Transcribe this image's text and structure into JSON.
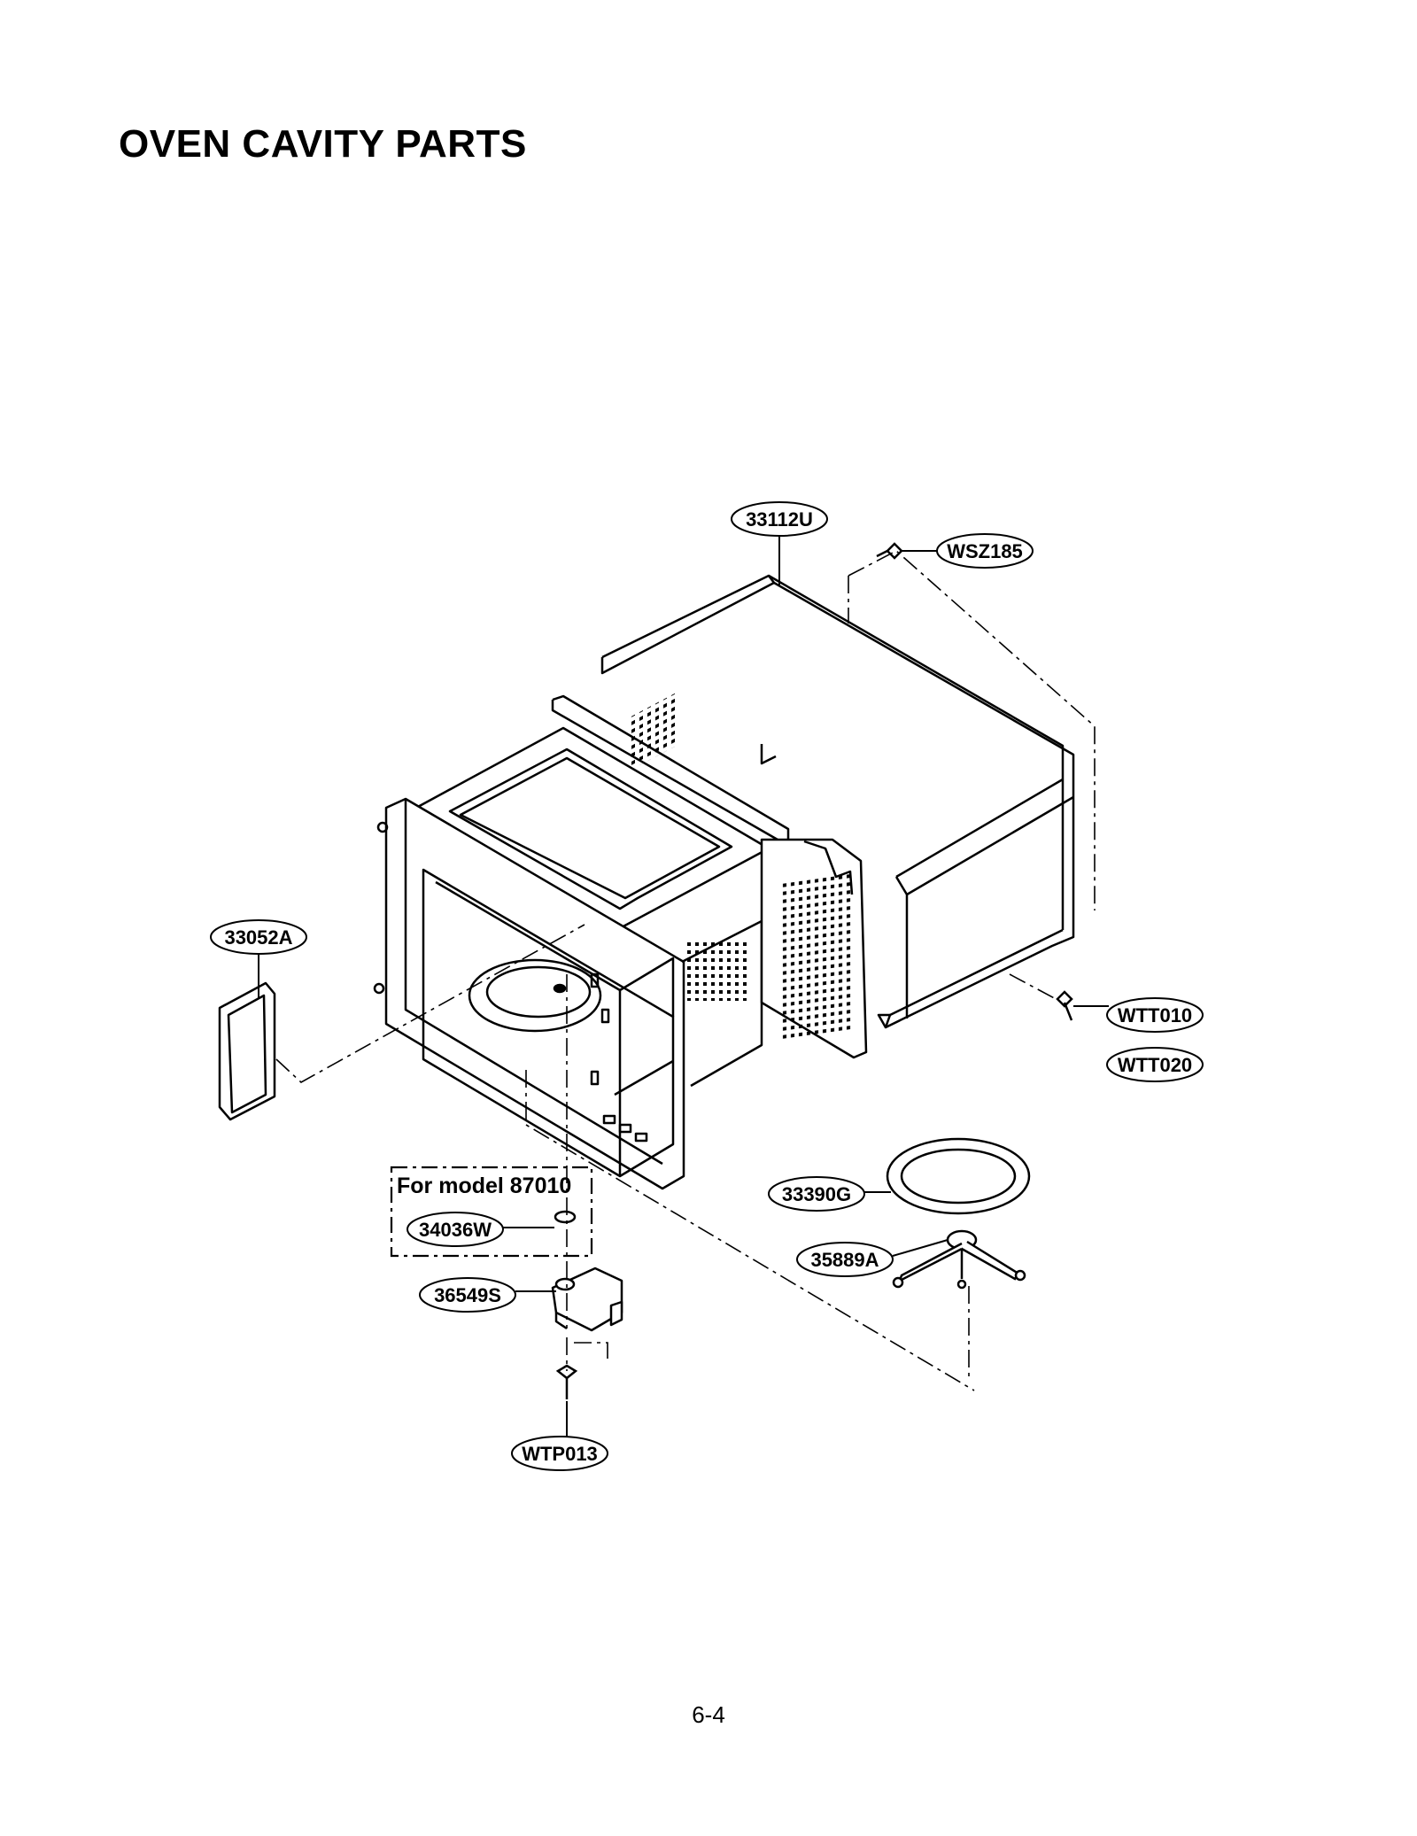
{
  "title": "OVEN CAVITY PARTS",
  "page_number": "6-4",
  "model_box": {
    "title": "For model 87010"
  },
  "parts": [
    {
      "id": "33112U"
    },
    {
      "id": "WSZ185"
    },
    {
      "id": "33052A"
    },
    {
      "id": "WTT010"
    },
    {
      "id": "WTT020"
    },
    {
      "id": "33390G"
    },
    {
      "id": "35889A"
    },
    {
      "id": "34036W"
    },
    {
      "id": "36549S"
    },
    {
      "id": "WTP013"
    }
  ]
}
